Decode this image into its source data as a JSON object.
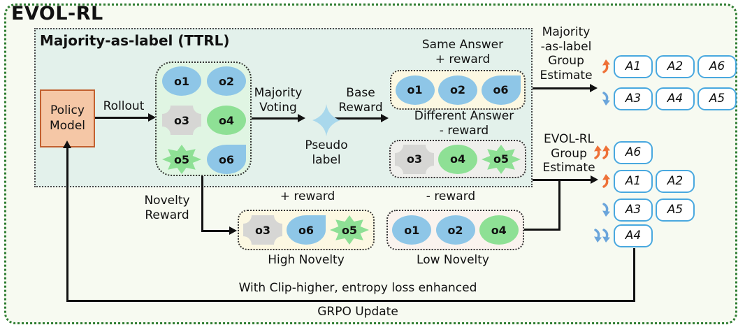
{
  "title": "EVOL-RL",
  "colors": {
    "blue": "#8EC6E7",
    "green": "#8EE095",
    "gray": "#D6D6D4",
    "sparkle": "#A9D8EC",
    "trend_up": "#EE7138",
    "trend_down": "#6BA5DB",
    "answer_box_border": "#49A8DF",
    "policy_fill": "#F5C7A6",
    "policy_border": "#C2602F",
    "outer_border": "#2E7D32"
  },
  "ttrl": {
    "label": "Majority-as-label (TTRL)",
    "policy_model_label": "Policy\nModel",
    "rollout_label": "Rollout",
    "majority_voting_label": "Majority\nVoting",
    "pseudo_label": "Pseudo\nlabel",
    "base_reward_label": "Base\nReward",
    "same_answer_title": "Same Answer\n+ reward",
    "different_answer_title": "Different Answer\n- reward"
  },
  "shapes": {
    "rollout_group": [
      {
        "id": "o1",
        "shape": "ellipse",
        "color": "blue"
      },
      {
        "id": "o2",
        "shape": "ellipse",
        "color": "blue"
      },
      {
        "id": "o3",
        "shape": "ticket",
        "color": "gray"
      },
      {
        "id": "o4",
        "shape": "ellipse",
        "color": "green"
      },
      {
        "id": "o5",
        "shape": "burst",
        "color": "green"
      },
      {
        "id": "o6",
        "shape": "blob",
        "color": "blue"
      }
    ],
    "same_answer": [
      {
        "id": "o1",
        "shape": "ellipse",
        "color": "blue"
      },
      {
        "id": "o2",
        "shape": "ellipse",
        "color": "blue"
      },
      {
        "id": "o6",
        "shape": "blob",
        "color": "blue"
      }
    ],
    "different_answer": [
      {
        "id": "o3",
        "shape": "ticket",
        "color": "gray"
      },
      {
        "id": "o4",
        "shape": "ellipse",
        "color": "green"
      },
      {
        "id": "o5",
        "shape": "burst",
        "color": "green"
      }
    ],
    "high_novelty": [
      {
        "id": "o3",
        "shape": "ticket",
        "color": "gray"
      },
      {
        "id": "o6",
        "shape": "blob",
        "color": "blue"
      },
      {
        "id": "o5",
        "shape": "burst",
        "color": "green"
      }
    ],
    "low_novelty": [
      {
        "id": "o1",
        "shape": "ellipse",
        "color": "blue"
      },
      {
        "id": "o2",
        "shape": "ellipse",
        "color": "blue"
      },
      {
        "id": "o4",
        "shape": "ellipse",
        "color": "green"
      }
    ]
  },
  "novelty": {
    "label": "Novelty\nReward",
    "high_reward": "+ reward",
    "high_caption": "High Novelty",
    "low_reward": "- reward",
    "low_caption": "Low Novelty"
  },
  "estimates": {
    "majority": {
      "label": "Majority\n-as-label\nGroup\nEstimate",
      "rows": [
        {
          "trend": "up",
          "items": [
            "A1",
            "A2",
            "A6"
          ]
        },
        {
          "trend": "down",
          "items": [
            "A3",
            "A4",
            "A5"
          ]
        }
      ]
    },
    "evolrl": {
      "label": "EVOL-RL\nGroup\nEstimate",
      "rows": [
        {
          "trend": "up2",
          "items": [
            "A6"
          ]
        },
        {
          "trend": "up",
          "items": [
            "A1",
            "A2"
          ]
        },
        {
          "trend": "down",
          "items": [
            "A3",
            "A5"
          ]
        },
        {
          "trend": "down2",
          "items": [
            "A4"
          ]
        }
      ]
    }
  },
  "footer": {
    "clip_text": "With Clip-higher, entropy loss enhanced",
    "grpo_label": "GRPO Update"
  }
}
